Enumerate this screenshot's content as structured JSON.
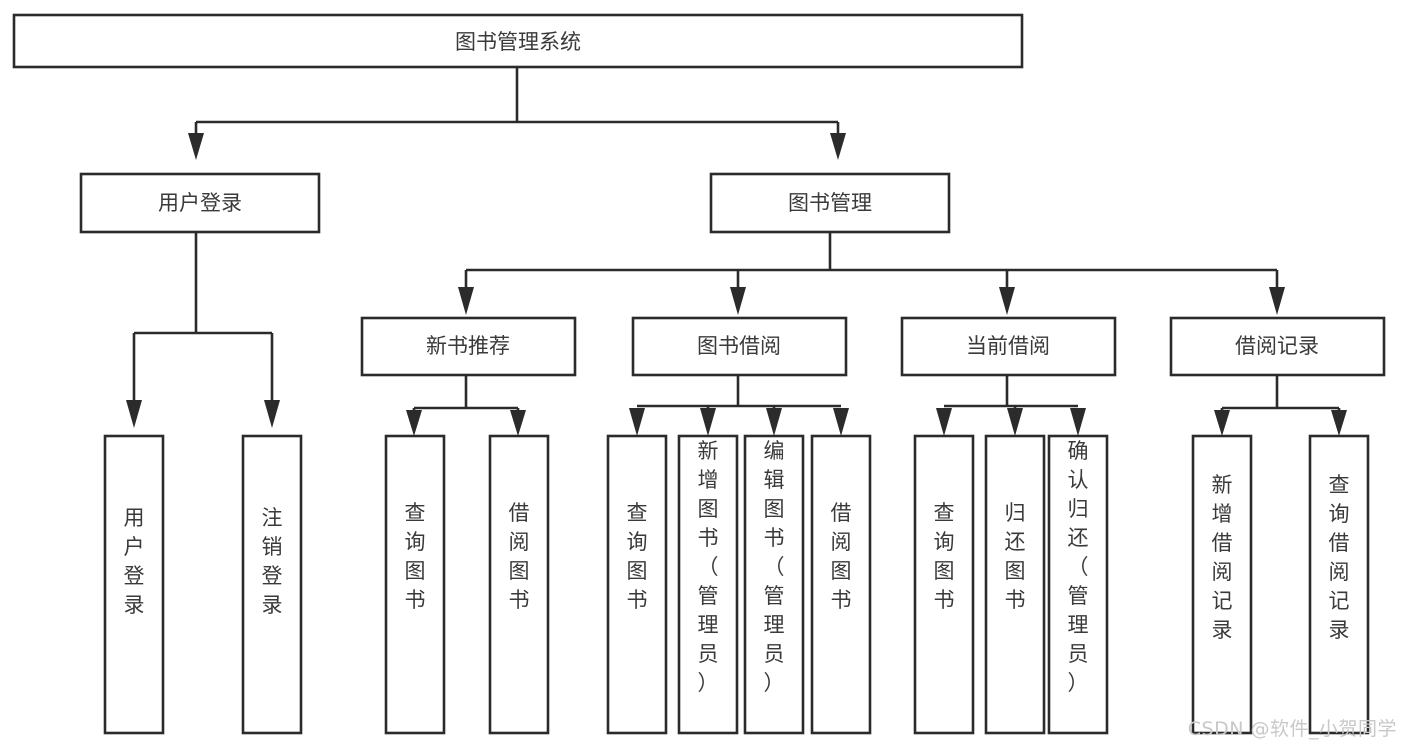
{
  "diagram": {
    "title": "图书管理系统",
    "type": "tree",
    "orientation": "top-down",
    "colors": {
      "background": "#ffffff",
      "box_stroke": "#2b2b2b",
      "box_fill": "#ffffff",
      "text": "#3a3a3a",
      "watermark": "#c8c8c8"
    },
    "root": {
      "label": "图书管理系统",
      "text_orientation": "horizontal"
    },
    "level2": [
      {
        "label": "用户登录",
        "text_orientation": "horizontal"
      },
      {
        "label": "图书管理",
        "text_orientation": "horizontal"
      }
    ],
    "level3": [
      {
        "label": "新书推荐",
        "text_orientation": "horizontal",
        "parent": "图书管理"
      },
      {
        "label": "图书借阅",
        "text_orientation": "horizontal",
        "parent": "图书管理"
      },
      {
        "label": "当前借阅",
        "text_orientation": "horizontal",
        "parent": "图书管理"
      },
      {
        "label": "借阅记录",
        "text_orientation": "horizontal",
        "parent": "图书管理"
      }
    ],
    "leaves": {
      "user_login": [
        {
          "label": "用户登录",
          "text_orientation": "vertical"
        },
        {
          "label": "注销登录",
          "text_orientation": "vertical"
        }
      ],
      "new_book_recommend": [
        {
          "label": "查询图书",
          "text_orientation": "vertical"
        },
        {
          "label": "借阅图书",
          "text_orientation": "vertical"
        }
      ],
      "book_borrow": [
        {
          "label": "查询图书",
          "text_orientation": "vertical"
        },
        {
          "label": "新增图书（管理员）",
          "text_orientation": "vertical"
        },
        {
          "label": "编辑图书（管理员）",
          "text_orientation": "vertical"
        },
        {
          "label": "借阅图书",
          "text_orientation": "vertical"
        }
      ],
      "current_borrow": [
        {
          "label": "查询图书",
          "text_orientation": "vertical"
        },
        {
          "label": "归还图书",
          "text_orientation": "vertical"
        },
        {
          "label": "确认归还（管理员）",
          "text_orientation": "vertical"
        }
      ],
      "borrow_record": [
        {
          "label": "新增借阅记录",
          "text_orientation": "vertical"
        },
        {
          "label": "查询借阅记录",
          "text_orientation": "vertical"
        }
      ]
    },
    "watermark": "CSDN @软件_小贺同学"
  }
}
